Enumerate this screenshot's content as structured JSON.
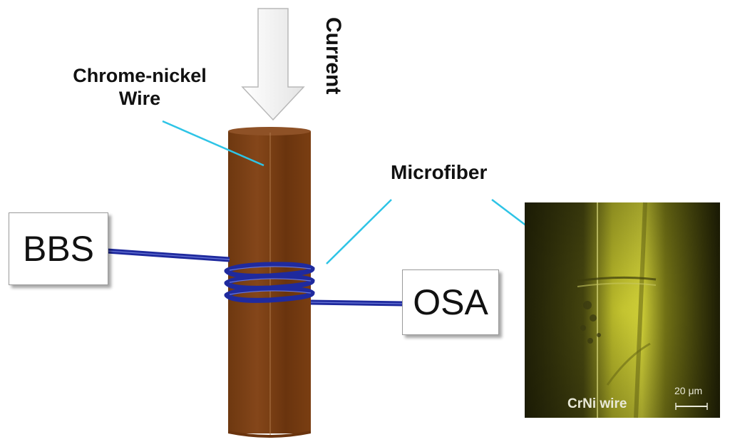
{
  "labels": {
    "current": "Current",
    "wire_line1": "Chrome-nickel",
    "wire_line2": "Wire",
    "microfiber": "Microfiber",
    "bbs": "BBS",
    "osa": "OSA",
    "micrograph_caption": "CrNi wire",
    "scale_bar": "20 μm"
  },
  "colors": {
    "wire_body": "#7a3e12",
    "wire_highlight": "#8a4a1a",
    "fiber": "#1f2a9e",
    "leader_lines": "#2ec4e6",
    "arrow_fill": "#f2f2f2"
  }
}
